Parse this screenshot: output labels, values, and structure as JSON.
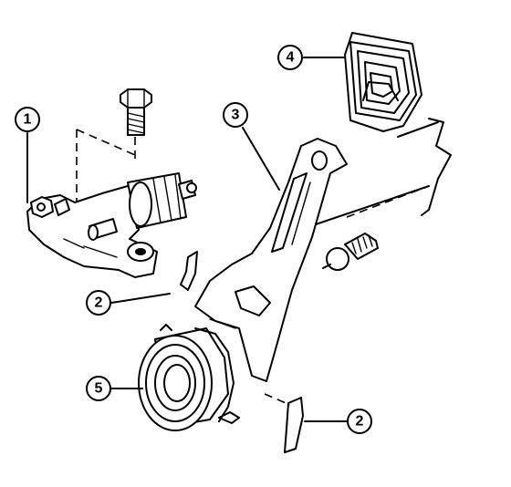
{
  "callouts": [
    {
      "label": "1"
    },
    {
      "label": "2"
    },
    {
      "label": "3"
    },
    {
      "label": "4"
    },
    {
      "label": "5"
    },
    {
      "label": "2"
    }
  ]
}
